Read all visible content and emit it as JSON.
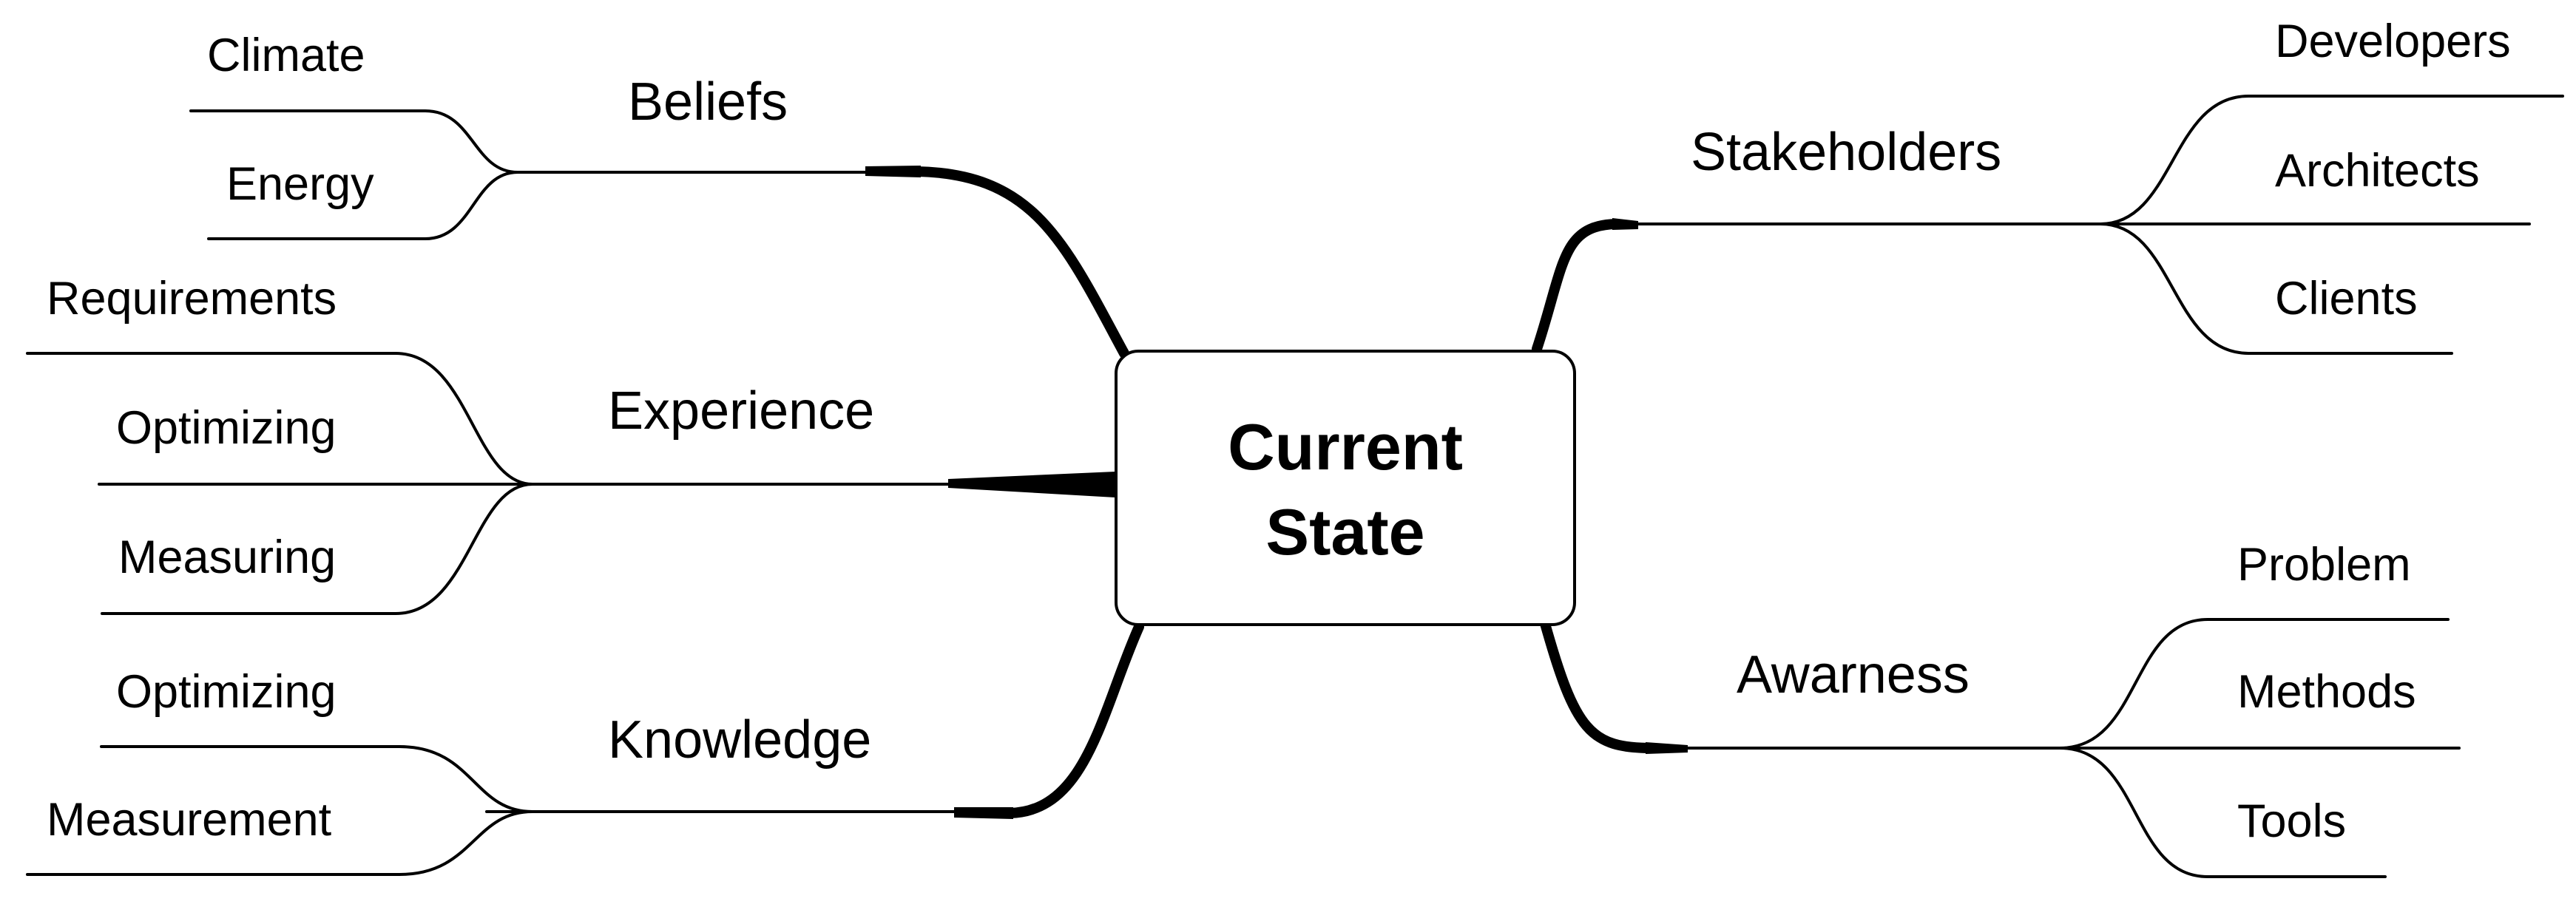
{
  "center": {
    "title_line1": "Current",
    "title_line2": "State"
  },
  "left_branches": [
    {
      "label": "Beliefs",
      "children": [
        "Climate",
        "Energy"
      ]
    },
    {
      "label": "Experience",
      "children": [
        "Requirements",
        "Optimizing",
        "Measuring"
      ]
    },
    {
      "label": "Knowledge",
      "children": [
        "Optimizing",
        "Measurement"
      ]
    }
  ],
  "right_branches": [
    {
      "label": "Stakeholders",
      "children": [
        "Developers",
        "Architects",
        "Clients"
      ]
    },
    {
      "label": "Awarness",
      "children": [
        "Problem",
        "Methods",
        "Tools"
      ]
    }
  ]
}
